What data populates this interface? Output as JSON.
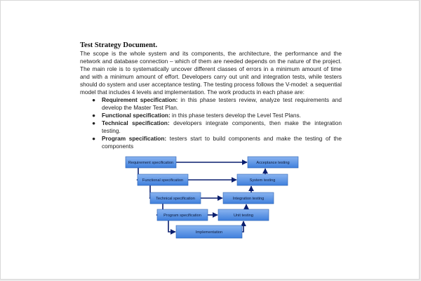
{
  "document": {
    "title": "Test Strategy Document.",
    "paragraph": "The scope is the whole system and its components, the architecture, the performance and the network and database connection – which of them are needed depends on the nature of the project. The main role is to systematically uncover different classes of errors in a minimum amount of time and with a minimum amount of effort. Developers carry out unit and integration tests, while testers should do system and user acceptance testing. The testing process follows the V-model: a sequential model that includes 4 levels and implementation. The work products in each phase are:",
    "bullets": [
      {
        "term": "Requirement specification:",
        "text": " in this phase testers review, analyze test requirements and develop the Master Test Plan."
      },
      {
        "term": "Functional specification:",
        "text": " in this phase testers develop the Level Test Plans."
      },
      {
        "term": "Technical specification:",
        "text": " developers integrate components, then make the integration testing."
      },
      {
        "term": "Program specification:",
        "text": " testers start to build components and make the testing of the components"
      }
    ]
  },
  "diagram": {
    "left": [
      "Requirement specification",
      "Functional specification",
      "Technical specification",
      "Program specification"
    ],
    "right": [
      "Acceptance testing",
      "System testing",
      "Integration testing",
      "Unit testing"
    ],
    "bottom": "Implementation",
    "colors": {
      "box_top": "#8ab4f0",
      "box_bottom": "#3f7fdc",
      "box_border": "#2a5fb0",
      "arrow": "#0a1e6e"
    }
  }
}
